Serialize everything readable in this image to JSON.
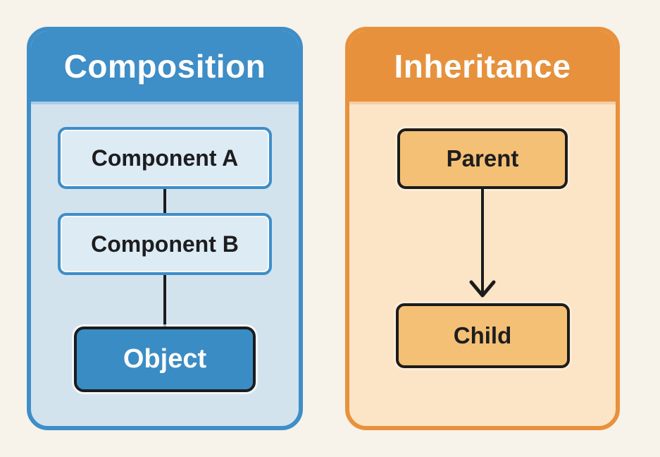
{
  "page": {
    "background_color": "#f7f2ea",
    "connector_color": "#1c1c1c",
    "text_color": "#1d1d1f"
  },
  "diagram": {
    "panels": [
      {
        "title": "Composition",
        "accent_color": "#3e8ec8",
        "body_color": "#d3e3ee",
        "title_color": "#fdfdfb",
        "nodes": [
          {
            "label": "Component A",
            "variant": "outlined",
            "fill": "#dcebf4",
            "border": "#3e8ec8"
          },
          {
            "label": "Component B",
            "variant": "outlined",
            "fill": "#dcebf4",
            "border": "#3e8ec8"
          },
          {
            "label": "Object",
            "variant": "filled-accent",
            "fill": "#3a8cc4",
            "border": "#1c1c1c"
          }
        ],
        "connectors": [
          {
            "type": "line",
            "from": "Component A",
            "to": "Component B"
          },
          {
            "type": "line",
            "from": "Component B",
            "to": "Object"
          }
        ]
      },
      {
        "title": "Inheritance",
        "accent_color": "#e8913c",
        "body_color": "#fbe5c6",
        "title_color": "#fdfdfb",
        "nodes": [
          {
            "label": "Parent",
            "variant": "filled-tan",
            "fill": "#f3c075",
            "border": "#1c1c1c"
          },
          {
            "label": "Child",
            "variant": "filled-tan",
            "fill": "#f3c075",
            "border": "#1c1c1c"
          }
        ],
        "connectors": [
          {
            "type": "arrow",
            "from": "Parent",
            "to": "Child"
          }
        ]
      }
    ]
  }
}
